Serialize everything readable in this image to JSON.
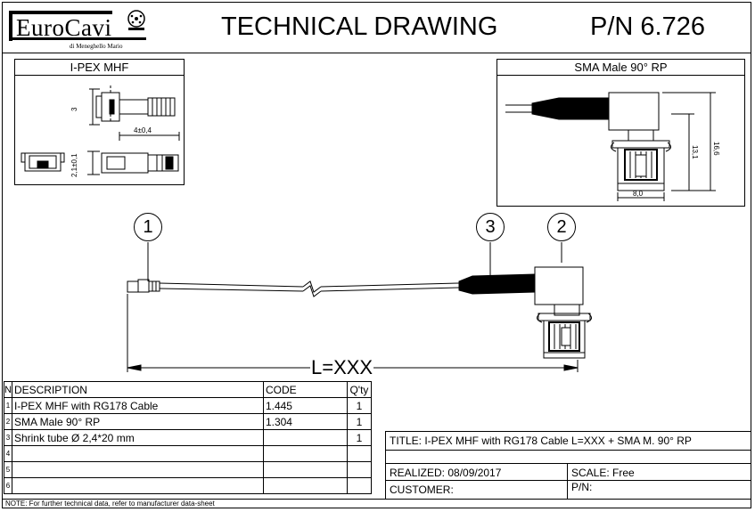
{
  "header": {
    "logo_text": "EuroCavi",
    "logo_subtitle": "di Meneghello Mario",
    "title": "TECHNICAL DRAWING",
    "part_number": "P/N 6.726"
  },
  "detail_left": {
    "title": "I-PEX MHF",
    "dim_height": "3",
    "dim_length": "4±0,4",
    "dim_thickness": "2,1±0,1"
  },
  "detail_right": {
    "title": "SMA Male 90° RP",
    "dim_total_height": "16,6",
    "dim_body_height": "13,1",
    "dim_width": "8,0"
  },
  "drawing": {
    "balloons": [
      "1",
      "3",
      "2"
    ],
    "length_label": "L=XXX"
  },
  "bom": {
    "headers": {
      "n": "N",
      "description": "DESCRIPTION",
      "code": "CODE",
      "qty": "Q'ty"
    },
    "rows": [
      {
        "n": "1",
        "description": "I-PEX MHF with RG178 Cable",
        "code": "1.445",
        "qty": "1"
      },
      {
        "n": "2",
        "description": "SMA Male 90° RP",
        "code": "1.304",
        "qty": "1"
      },
      {
        "n": "3",
        "description": "Shrink tube Ø 2,4*20 mm",
        "code": "",
        "qty": "1"
      },
      {
        "n": "4",
        "description": "",
        "code": "",
        "qty": ""
      },
      {
        "n": "5",
        "description": "",
        "code": "",
        "qty": ""
      },
      {
        "n": "6",
        "description": "",
        "code": "",
        "qty": ""
      }
    ]
  },
  "title_block": {
    "title": "TITLE: I-PEX MHF with RG178 Cable L=XXX + SMA M. 90° RP",
    "realized": "REALIZED: 08/09/2017",
    "scale": "SCALE: Free",
    "customer": "CUSTOMER:",
    "pn": "P/N:"
  },
  "note": "NOTE: For further technical data, refer to manufacturer data-sheet"
}
